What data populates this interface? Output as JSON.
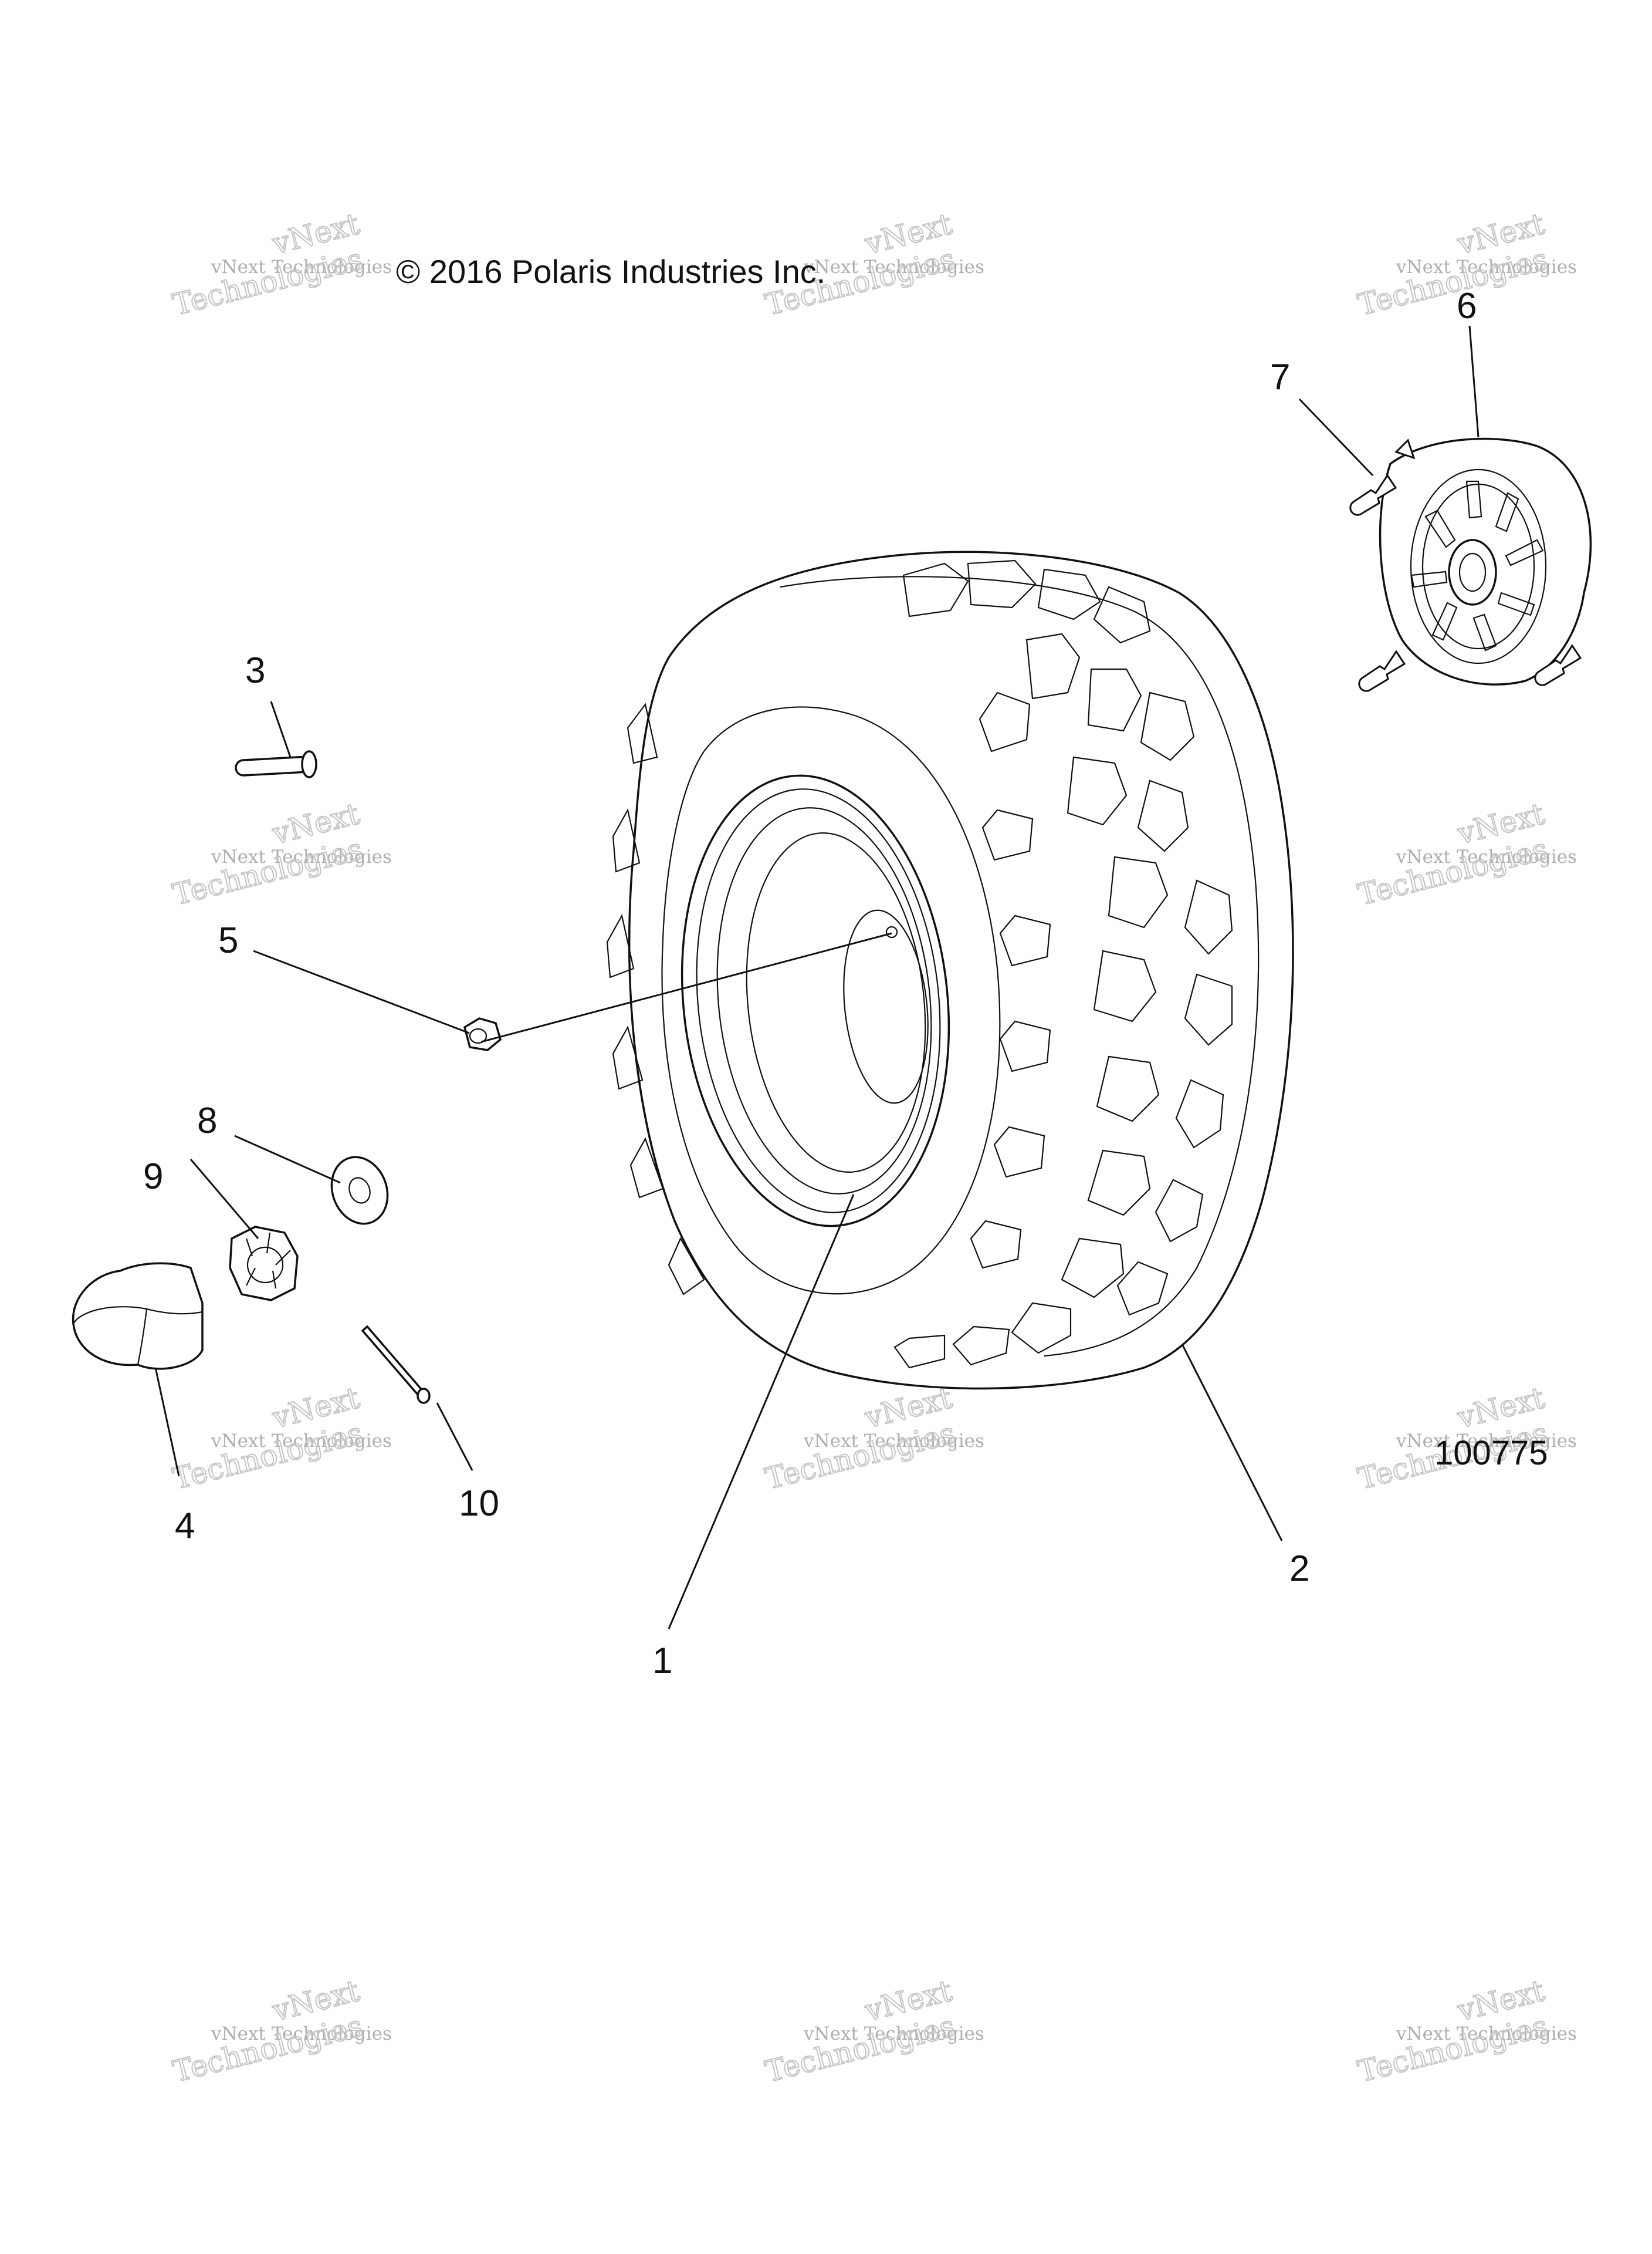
{
  "copyright": "© 2016 Polaris Industries Inc.",
  "figure_number": "100775",
  "watermark": {
    "line1": "vNext Technologies",
    "line2": "vNext",
    "line3": "Technologies"
  },
  "callouts": {
    "c1": "1",
    "c2": "2",
    "c3": "3",
    "c4": "4",
    "c5": "5",
    "c6": "6",
    "c7": "7",
    "c8": "8",
    "c9": "9",
    "c10": "10"
  }
}
